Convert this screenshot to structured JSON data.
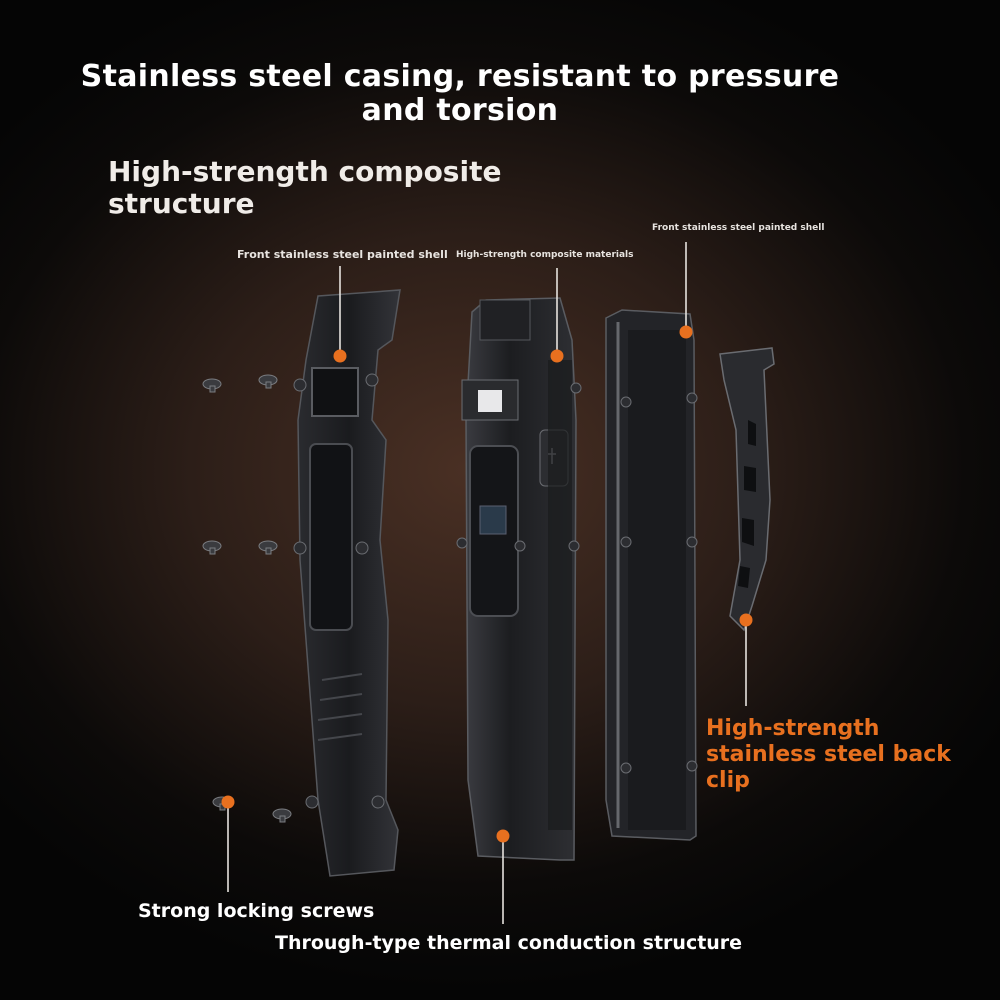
{
  "headline": "Stainless steel casing, resistant to pressure and torsion",
  "subheadline": "High-strength composite structure",
  "callouts": {
    "front_shell_left": "Front stainless steel painted shell",
    "composite_materials": "High-strength composite materials",
    "front_shell_right": "Front stainless steel painted shell",
    "back_clip": "High-strength stainless steel back clip",
    "screws": "Strong locking screws",
    "thermal": "Through-type thermal conduction structure"
  },
  "colors": {
    "accent": "#e8701f",
    "background": "#2c1e18",
    "metal": "#1b1c1f"
  }
}
